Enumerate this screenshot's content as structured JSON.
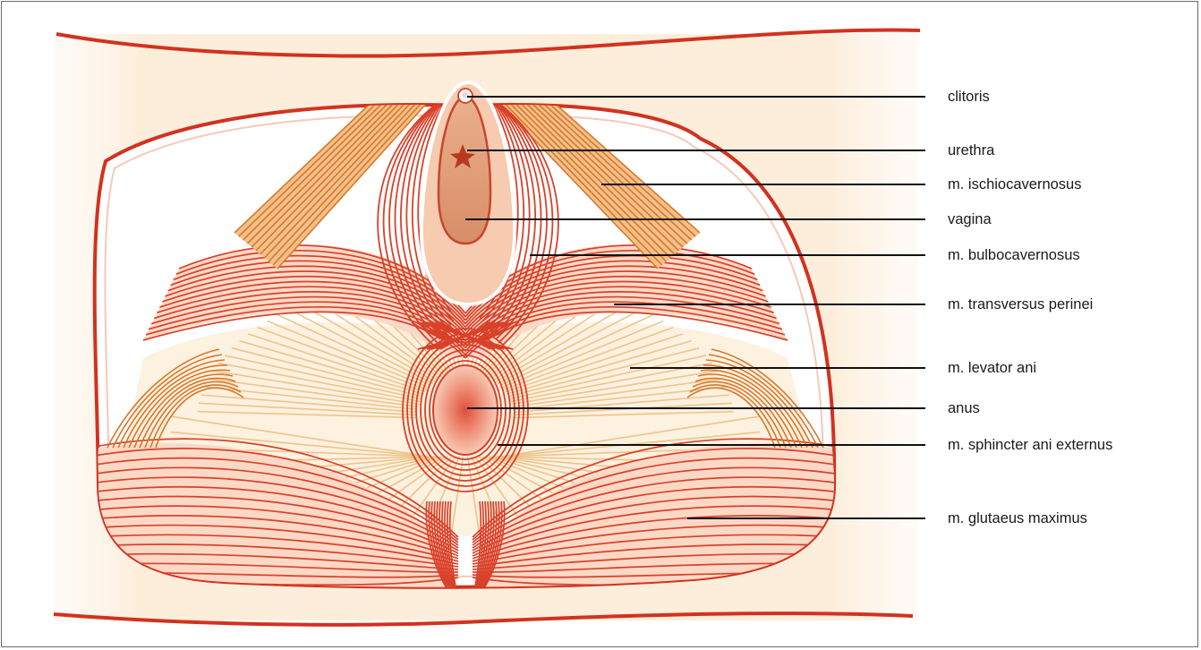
{
  "diagram": {
    "labels": [
      {
        "id": "clitoris",
        "text": "clitoris"
      },
      {
        "id": "urethra",
        "text": "urethra"
      },
      {
        "id": "ischiocavernosus",
        "text": "m. ischiocavernosus"
      },
      {
        "id": "vagina",
        "text": "vagina"
      },
      {
        "id": "bulbocavernosus",
        "text": "m. bulbocavernosus"
      },
      {
        "id": "transversus",
        "text": "m. transversus perinei"
      },
      {
        "id": "levator",
        "text": "m. levator ani"
      },
      {
        "id": "anus",
        "text": "anus"
      },
      {
        "id": "sphincter",
        "text": "m. sphincter ani externus"
      },
      {
        "id": "glutaeus",
        "text": "m. glutaeus maximus"
      }
    ],
    "colors": {
      "outline_red": "#d2321f",
      "muscle_red": "#d9412a",
      "muscle_fill": "#fbd9c6",
      "orange_muscle": "#d8772a",
      "orange_fill": "#f3c08a",
      "levator_line": "#eec48c",
      "skin": "#fdf0e1",
      "vagina_fill": "#e7a57f",
      "leader_line": "#111111"
    }
  }
}
